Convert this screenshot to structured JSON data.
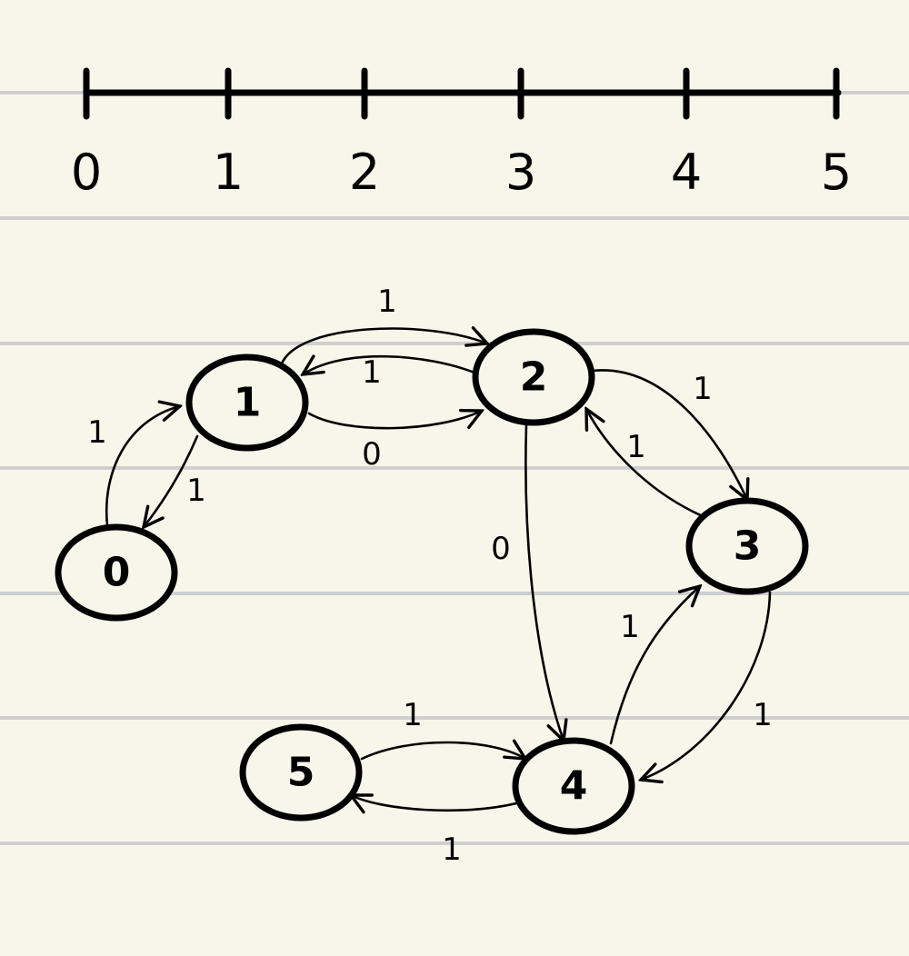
{
  "number_line": {
    "ticks": [
      "0",
      "1",
      "2",
      "3",
      "4",
      "5"
    ]
  },
  "graph": {
    "nodes": [
      {
        "id": "0",
        "label": "0"
      },
      {
        "id": "1",
        "label": "1"
      },
      {
        "id": "2",
        "label": "2"
      },
      {
        "id": "3",
        "label": "3"
      },
      {
        "id": "4",
        "label": "4"
      },
      {
        "id": "5",
        "label": "5"
      }
    ],
    "edges": [
      {
        "from": "0",
        "to": "1",
        "label": "1"
      },
      {
        "from": "1",
        "to": "0",
        "label": "1"
      },
      {
        "from": "1",
        "to": "2",
        "label": "1"
      },
      {
        "from": "2",
        "to": "1",
        "label": "1"
      },
      {
        "from": "1",
        "to": "2",
        "label": "0"
      },
      {
        "from": "2",
        "to": "3",
        "label": "1"
      },
      {
        "from": "3",
        "to": "2",
        "label": "1"
      },
      {
        "from": "2",
        "to": "4",
        "label": "0"
      },
      {
        "from": "4",
        "to": "3",
        "label": "1"
      },
      {
        "from": "3",
        "to": "4",
        "label": "1"
      },
      {
        "from": "5",
        "to": "4",
        "label": "1"
      },
      {
        "from": "4",
        "to": "5",
        "label": "1"
      }
    ]
  }
}
